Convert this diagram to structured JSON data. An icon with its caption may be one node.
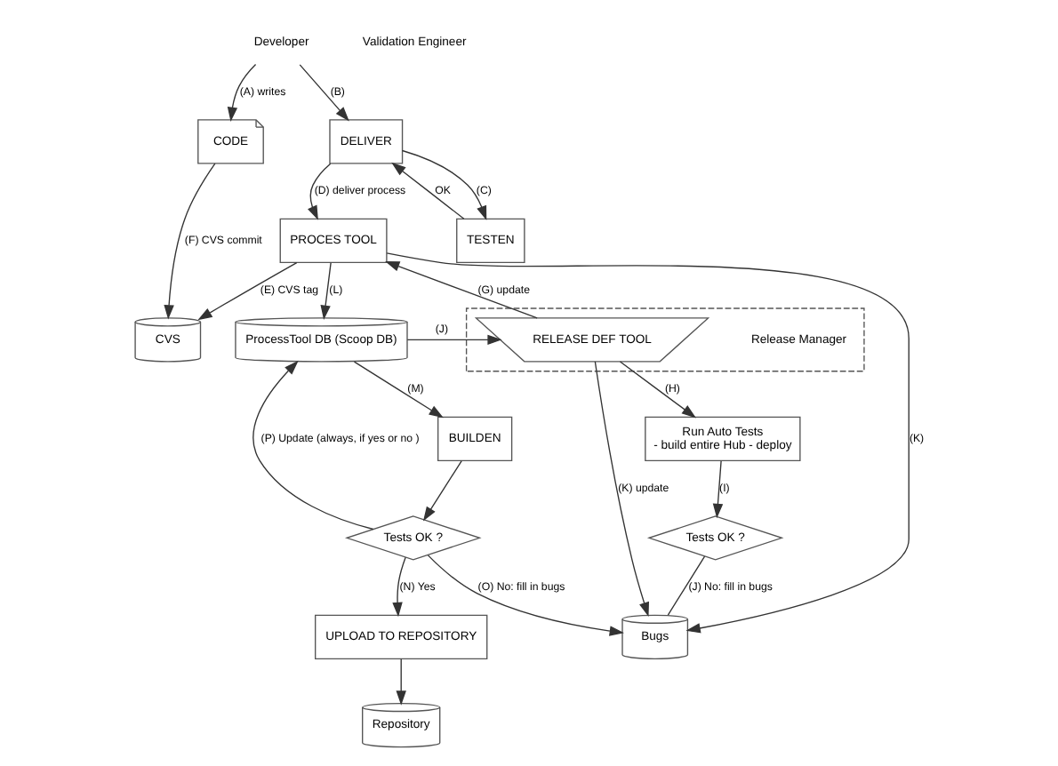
{
  "diagram": {
    "nodes": [
      {
        "text": [
          "Developer"
        ]
      },
      {
        "text": [
          "CODE"
        ]
      },
      {
        "text": [
          "CVS"
        ]
      },
      {
        "text": [
          "DELIVER"
        ]
      },
      {
        "text": [
          "TESTEN"
        ]
      },
      {
        "text": [
          "PROCES TOOL"
        ]
      },
      {
        "text": [],
        "shape": "box"
      },
      {
        "text": [
          "Release Manager"
        ],
        "in": 6
      },
      {
        "text": [
          "RELEASE DEF TOOL"
        ],
        "in": 6
      },
      {
        "text": [
          "Run Auto Tests",
          "- build entire Hub - deploy"
        ]
      },
      {
        "text": [
          "Bugs"
        ]
      },
      {
        "text": [
          "ProcessTool DB (Scoop DB)"
        ]
      },
      {
        "text": [
          "Validation Engineer"
        ]
      },
      {
        "text": [
          "BUILDEN"
        ]
      },
      {
        "text": [
          "Tests OK ?"
        ]
      },
      {
        "text": [
          "UPLOAD TO REPOSITORY"
        ]
      },
      {
        "text": [
          "Repository"
        ]
      },
      {
        "text": [
          "Tests OK ?"
        ]
      }
    ],
    "edges": [
      {
        "from": 0,
        "to": 1,
        "arrow": "to",
        "label": "(A) writes"
      },
      {
        "from": 1,
        "to": 2,
        "arrow": "to",
        "label": "(F) CVS commit"
      },
      {
        "from": 5,
        "to": 2,
        "arrow": "to",
        "label": "(E) CVS tag"
      },
      {
        "from": 0,
        "to": 3,
        "arrow": "to",
        "label": "(B)"
      },
      {
        "from": 3,
        "to": 5,
        "arrow": "to",
        "label": "(D) deliver process"
      },
      {
        "from": 3,
        "to": 4,
        "arrow": "to",
        "label": "(C)"
      },
      {
        "from": 4,
        "to": 3,
        "arrow": "to",
        "label": "OK"
      },
      {
        "from": 8,
        "to": 5,
        "arrow": "to",
        "label": "(G) update"
      },
      {
        "from": 5,
        "to": 10,
        "arrow": "to",
        "label": "(K)"
      },
      {
        "from": 8,
        "to": 10,
        "arrow": "to",
        "label": "(K) update"
      },
      {
        "from": 5,
        "to": 11,
        "arrow": "to",
        "label": "(L)"
      },
      {
        "from": 11,
        "to": 8,
        "arrow": "to",
        "label": "(J)"
      },
      {
        "from": 8,
        "to": 9,
        "arrow": "to",
        "label": "(H)"
      },
      {
        "from": 9,
        "to": 17,
        "arrow": "to",
        "label": "(I)"
      },
      {
        "from": 11,
        "to": 13,
        "arrow": "to",
        "label": "(M)"
      },
      {
        "from": 13,
        "to": 14,
        "arrow": "to"
      },
      {
        "from": 14,
        "to": 11,
        "arrow": "to",
        "label": "(P) Update (always, if yes or no )"
      },
      {
        "from": 14,
        "to": 15,
        "arrow": "to",
        "label": "(N) Yes"
      },
      {
        "from": 15,
        "to": 16,
        "arrow": "to"
      },
      {
        "from": 14,
        "to": 10,
        "arrow": "to",
        "label": "(O) No: fill in bugs"
      },
      {
        "from": 17,
        "to": 10,
        "arrow": "none",
        "label": "(J) No: fill in bugs"
      }
    ]
  }
}
